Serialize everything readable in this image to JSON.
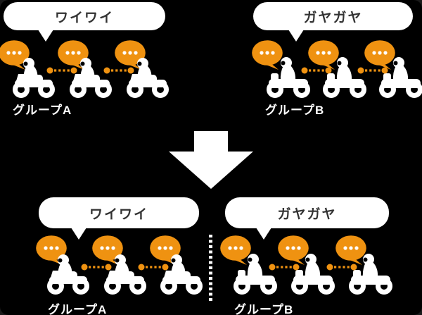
{
  "colors": {
    "background": "#000000",
    "accent_orange": "#EF9211",
    "speech_bubble_fill": "#FFFFFF",
    "speech_bubble_text": "#333333",
    "label_text": "#FFFFFF"
  },
  "before": {
    "group_a": {
      "speech": "ワイワイ",
      "label": "グループA",
      "rider_count": 3
    },
    "group_b": {
      "speech": "ガヤガヤ",
      "label": "グループB",
      "rider_count": 3
    }
  },
  "after": {
    "group_a": {
      "speech": "ワイワイ",
      "label": "グループA",
      "rider_count": 3
    },
    "group_b": {
      "speech": "ガヤガヤ",
      "label": "グループB",
      "rider_count": 3
    }
  },
  "icons": {
    "chat": "chat-bubble-ellipsis-icon",
    "rider": "motorcycle-rider-icon",
    "link": "dotted-intercom-link-icon",
    "arrow": "down-arrow-icon",
    "divider": "dashed-divider-line"
  }
}
